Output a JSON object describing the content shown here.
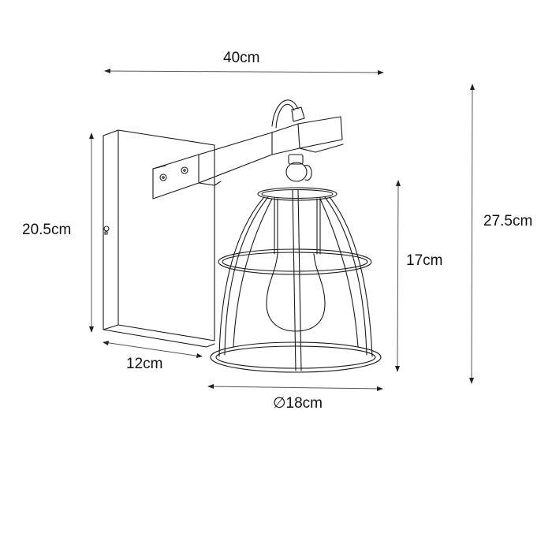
{
  "product": "Wall lamp with cage shade",
  "dimensions": {
    "total_width": {
      "label": "40cm",
      "value": 40,
      "unit": "cm"
    },
    "backplate_height": {
      "label": "20.5cm",
      "value": 20.5,
      "unit": "cm"
    },
    "backplate_depth": {
      "label": "12cm",
      "value": 12,
      "unit": "cm"
    },
    "shade_height": {
      "label": "17cm",
      "value": 17,
      "unit": "cm"
    },
    "total_height": {
      "label": "27.5cm",
      "value": 27.5,
      "unit": "cm"
    },
    "shade_diameter": {
      "label": "∅18cm",
      "symbol": "∅",
      "value": 18,
      "unit": "cm"
    }
  },
  "colors": {
    "line": "#1a1a1a",
    "dimension_line": "#555555",
    "background": "#ffffff"
  }
}
